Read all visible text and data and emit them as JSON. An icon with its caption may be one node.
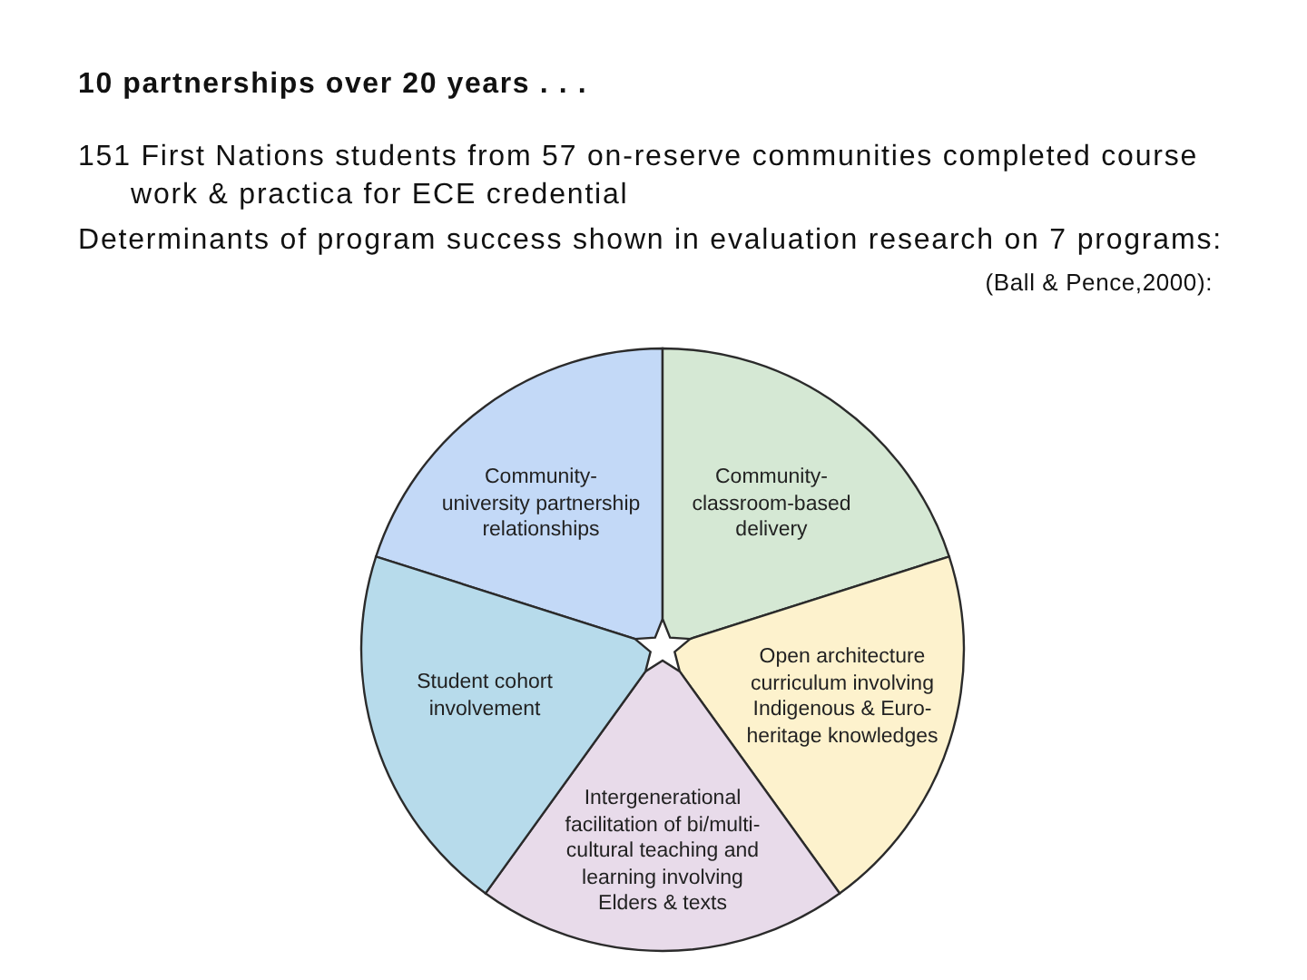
{
  "diagram": {
    "title": "10 partnerships over 20 years . . .",
    "nodes": [
      {
        "text": [
          "Community-university partnership relationships"
        ]
      },
      {
        "text": [
          "Community-classroom-based delivery"
        ]
      },
      {
        "text": [
          "Open architecture curriculum involving Indigenous & Euro-heritage knowledges"
        ]
      },
      {
        "text": [
          "Intergenerational facilitation of bi/multi-cultural teaching and learning involving Elders & texts"
        ]
      },
      {
        "text": [
          "Student cohort involvement"
        ]
      }
    ],
    "labels": [
      "151 First Nations students from 57 on-reserve communities completed course work & practica for ECE credential",
      "Determinants of program success shown in evaluation research on 7 programs:",
      "(Ball & Pence,2000):"
    ]
  }
}
